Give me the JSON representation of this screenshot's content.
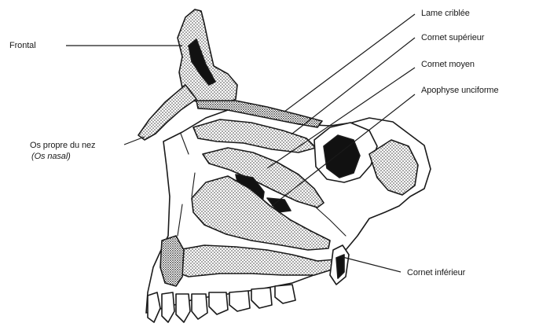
{
  "labels": {
    "frontal": "Frontal",
    "os_propre": "Os propre du nez",
    "os_nasal": "(Os nasal)",
    "lame_criblee": "Lame criblée",
    "cornet_superieur": "Cornet supérieur",
    "cornet_moyen": "Cornet moyen",
    "apophyse_unciforme": "Apophyse unciforme",
    "cornet_inferieur": "Cornet inférieur"
  },
  "colors": {
    "ink": "#1a1a1a",
    "hatch_bg": "#ffffff",
    "dark_fill": "#111111"
  }
}
